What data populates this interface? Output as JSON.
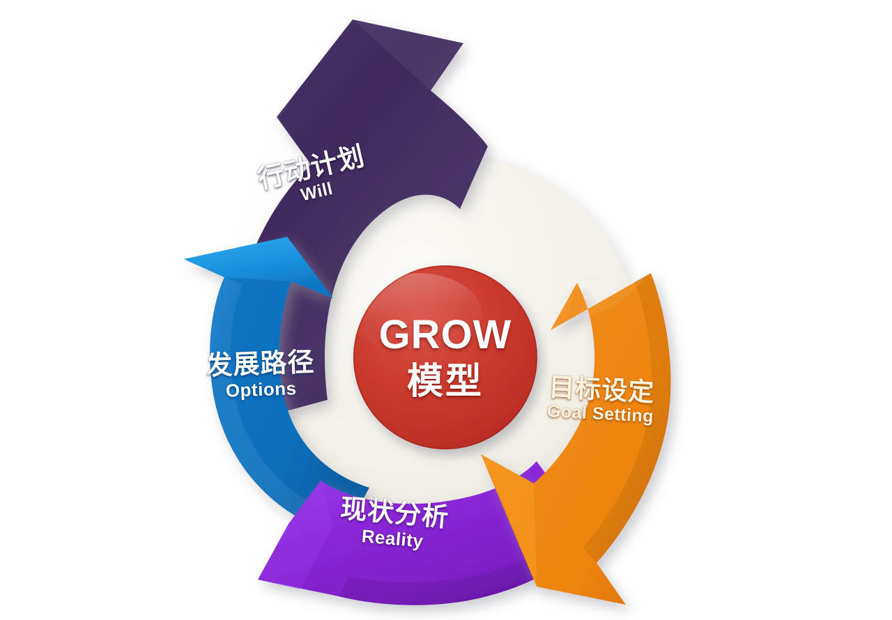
{
  "diagram": {
    "name": "GROW 模型循环图",
    "center": {
      "title_en": "GROW",
      "title_cn": "模型",
      "color": "#C7342C"
    },
    "background_disk_color": "#F4F1EA",
    "canvas_background": "#FFFFFF",
    "segments": [
      {
        "key": "will",
        "cn": "行动计划",
        "en": "Will",
        "color": "#3E2B5C",
        "text_color": "#FFFFFF",
        "position": "top-left",
        "direction": "clockwise-up"
      },
      {
        "key": "options",
        "cn": "发展路径",
        "en": "Options",
        "color": "#0E72C0",
        "text_color": "#FFFFFF",
        "position": "left",
        "direction": "clockwise-up"
      },
      {
        "key": "reality",
        "cn": "现状分析",
        "en": "Reality",
        "color": "#8A27D8",
        "text_color": "#FFFFFF",
        "position": "bottom",
        "direction": "counterclockwise-left"
      },
      {
        "key": "goal",
        "cn": "目标设定",
        "en": "Goal Setting",
        "color": "#F08A17",
        "text_color": "#FDF3DD",
        "position": "right",
        "direction": "counterclockwise-down"
      }
    ]
  }
}
